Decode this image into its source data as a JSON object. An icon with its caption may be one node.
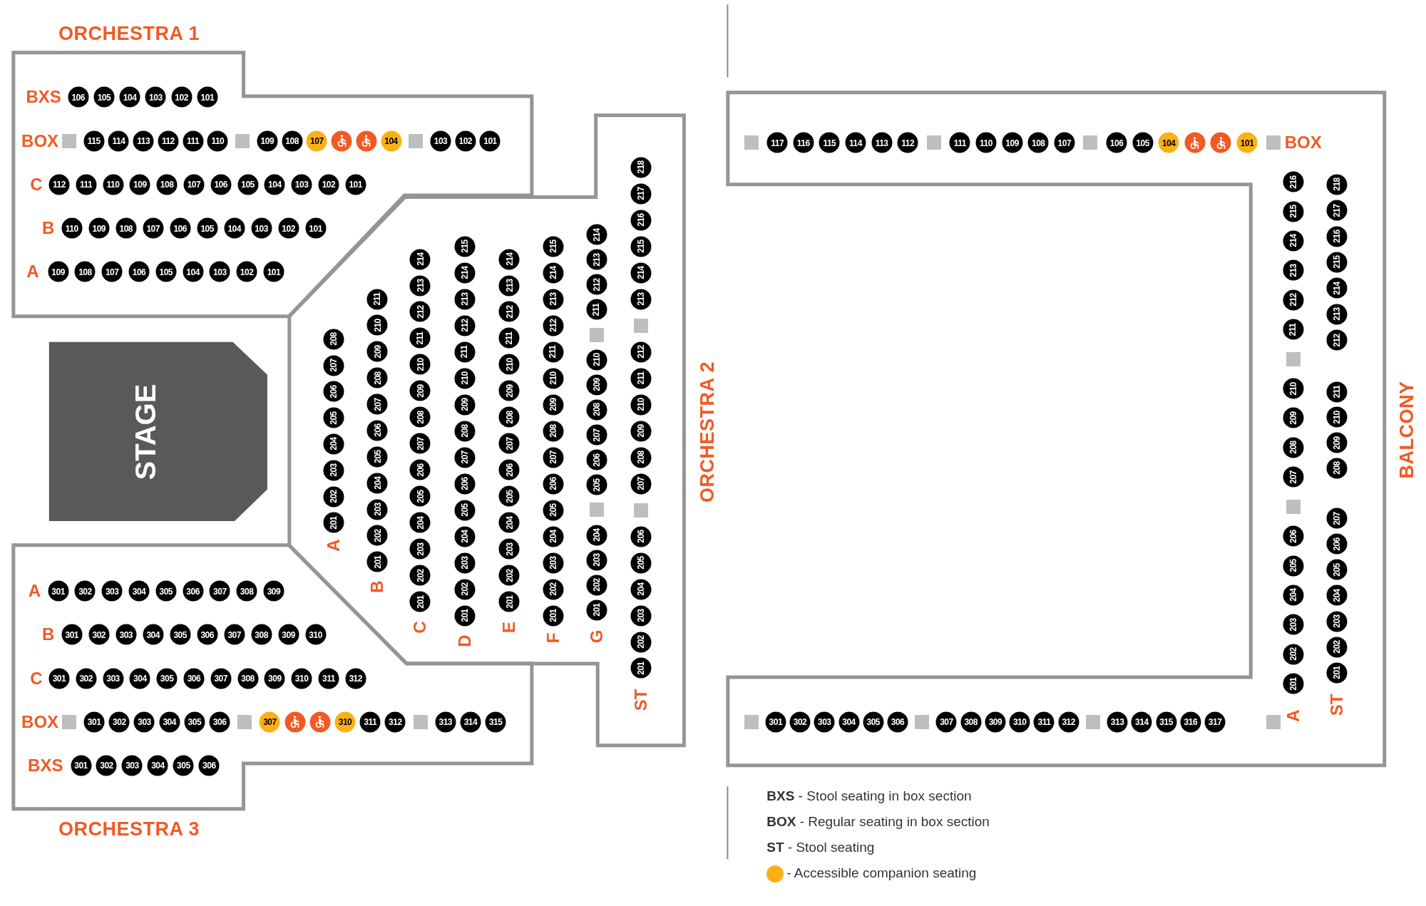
{
  "diagram": {
    "nodes": [
      {
        "text": [
          "ORCHESTRA 1",
          "BXS",
          "BOX",
          "C",
          "B",
          "A"
        ]
      },
      {
        "text": [
          "106"
        ],
        "in": 0
      },
      {
        "text": [
          "105"
        ],
        "in": 0
      },
      {
        "text": [
          "104"
        ],
        "in": 0
      },
      {
        "text": [
          "103"
        ],
        "in": 0
      },
      {
        "text": [
          "102"
        ],
        "in": 0
      },
      {
        "text": [
          "101"
        ],
        "in": 0
      },
      {
        "text": [],
        "shape": "box",
        "in": 0
      },
      {
        "text": [
          "115"
        ],
        "in": 0
      },
      {
        "text": [
          "114"
        ],
        "in": 0
      },
      {
        "text": [
          "113"
        ],
        "in": 0
      },
      {
        "text": [
          "112"
        ],
        "in": 0
      },
      {
        "text": [
          "111"
        ],
        "in": 0
      },
      {
        "text": [
          "110"
        ],
        "in": 0
      },
      {
        "text": [],
        "shape": "box",
        "in": 0
      },
      {
        "text": [
          "109"
        ],
        "in": 0
      },
      {
        "text": [
          "108"
        ],
        "in": 0
      },
      {
        "text": [
          "107"
        ],
        "in": 0
      },
      {
        "text": [],
        "shape": "circle",
        "in": 0
      },
      {
        "text": [],
        "shape": "circle",
        "in": 0
      },
      {
        "text": [
          "104"
        ],
        "in": 0
      },
      {
        "text": [],
        "shape": "box",
        "in": 0
      },
      {
        "text": [
          "103"
        ],
        "in": 0
      },
      {
        "text": [
          "102"
        ],
        "in": 0
      },
      {
        "text": [
          "101"
        ],
        "in": 0
      },
      {
        "text": [
          "112"
        ],
        "in": 0
      },
      {
        "text": [
          "111"
        ],
        "in": 0
      },
      {
        "text": [
          "110"
        ],
        "in": 0
      },
      {
        "text": [
          "109"
        ],
        "in": 0
      },
      {
        "text": [
          "108"
        ],
        "in": 0
      },
      {
        "text": [
          "107"
        ],
        "in": 0
      },
      {
        "text": [
          "106"
        ],
        "in": 0
      },
      {
        "text": [
          "105"
        ],
        "in": 0
      },
      {
        "text": [
          "104"
        ],
        "in": 0
      },
      {
        "text": [
          "103"
        ],
        "in": 0
      },
      {
        "text": [
          "102"
        ],
        "in": 0
      },
      {
        "text": [
          "101"
        ],
        "in": 0
      },
      {
        "text": [
          "110"
        ],
        "in": 0
      },
      {
        "text": [
          "109"
        ],
        "in": 0
      },
      {
        "text": [
          "108"
        ],
        "in": 0
      },
      {
        "text": [
          "107"
        ],
        "in": 0
      },
      {
        "text": [
          "106"
        ],
        "in": 0
      },
      {
        "text": [
          "105"
        ],
        "in": 0
      },
      {
        "text": [
          "104"
        ],
        "in": 0
      },
      {
        "text": [
          "103"
        ],
        "in": 0
      },
      {
        "text": [
          "102"
        ],
        "in": 0
      },
      {
        "text": [
          "101"
        ],
        "in": 0
      },
      {
        "text": [
          "109"
        ],
        "in": 0
      },
      {
        "text": [
          "108"
        ],
        "in": 0
      },
      {
        "text": [
          "107"
        ],
        "in": 0
      },
      {
        "text": [
          "106"
        ],
        "in": 0
      },
      {
        "text": [
          "105"
        ],
        "in": 0
      },
      {
        "text": [
          "104"
        ],
        "in": 0
      },
      {
        "text": [
          "103"
        ],
        "in": 0
      },
      {
        "text": [
          "102"
        ],
        "in": 0
      },
      {
        "text": [
          "101"
        ],
        "in": 0
      },
      {
        "text": [
          "STAGE"
        ]
      },
      {
        "text": [
          "ORCHESTRA 3",
          "A",
          "B",
          "C",
          "BOX",
          "BXS"
        ]
      },
      {
        "text": [
          "301"
        ],
        "in": 57
      },
      {
        "text": [
          "302"
        ],
        "in": 57
      },
      {
        "text": [
          "303"
        ],
        "in": 57
      },
      {
        "text": [
          "304"
        ],
        "in": 57
      },
      {
        "text": [
          "305"
        ],
        "in": 57
      },
      {
        "text": [
          "306"
        ],
        "in": 57
      },
      {
        "text": [
          "307"
        ],
        "in": 57
      },
      {
        "text": [
          "308"
        ],
        "in": 57
      },
      {
        "text": [
          "309"
        ],
        "in": 57
      },
      {
        "text": [
          "301"
        ],
        "in": 57
      },
      {
        "text": [
          "302"
        ],
        "in": 57
      },
      {
        "text": [
          "303"
        ],
        "in": 57
      },
      {
        "text": [
          "304"
        ],
        "in": 57
      },
      {
        "text": [
          "305"
        ],
        "in": 57
      },
      {
        "text": [
          "306"
        ],
        "in": 57
      },
      {
        "text": [
          "307"
        ],
        "in": 57
      },
      {
        "text": [
          "308"
        ],
        "in": 57
      },
      {
        "text": [
          "309"
        ],
        "in": 57
      },
      {
        "text": [
          "310"
        ],
        "in": 57
      },
      {
        "text": [
          "301"
        ],
        "in": 57
      },
      {
        "text": [
          "302"
        ],
        "in": 57
      },
      {
        "text": [
          "303"
        ],
        "in": 57
      },
      {
        "text": [
          "304"
        ],
        "in": 57
      },
      {
        "text": [
          "305"
        ],
        "in": 57
      },
      {
        "text": [
          "306"
        ],
        "in": 57
      },
      {
        "text": [
          "307"
        ],
        "in": 57
      },
      {
        "text": [
          "308"
        ],
        "in": 57
      },
      {
        "text": [
          "309"
        ],
        "in": 57
      },
      {
        "text": [
          "310"
        ],
        "in": 57
      },
      {
        "text": [
          "311"
        ],
        "in": 57
      },
      {
        "text": [
          "312"
        ],
        "in": 57
      },
      {
        "text": [],
        "shape": "box",
        "in": 57
      },
      {
        "text": [
          "301"
        ],
        "in": 57
      },
      {
        "text": [
          "302"
        ],
        "in": 57
      },
      {
        "text": [
          "303"
        ],
        "in": 57
      },
      {
        "text": [
          "304"
        ],
        "in": 57
      },
      {
        "text": [
          "305"
        ],
        "in": 57
      },
      {
        "text": [
          "306"
        ],
        "in": 57
      },
      {
        "text": [],
        "shape": "box",
        "in": 57
      },
      {
        "text": [
          "307"
        ],
        "in": 57
      },
      {
        "text": [],
        "shape": "circle",
        "in": 57
      },
      {
        "text": [],
        "shape": "circle",
        "in": 57
      },
      {
        "text": [
          "310"
        ],
        "in": 57
      },
      {
        "text": [
          "311"
        ],
        "in": 57
      },
      {
        "text": [
          "312"
        ],
        "in": 57
      },
      {
        "text": [],
        "shape": "box",
        "in": 57
      },
      {
        "text": [
          "313"
        ],
        "in": 57
      },
      {
        "text": [
          "314"
        ],
        "in": 57
      },
      {
        "text": [
          "315"
        ],
        "in": 57
      },
      {
        "text": [
          "301"
        ],
        "in": 57
      },
      {
        "text": [
          "302"
        ],
        "in": 57
      },
      {
        "text": [
          "303"
        ],
        "in": 57
      },
      {
        "text": [
          "304"
        ],
        "in": 57
      },
      {
        "text": [
          "305"
        ],
        "in": 57
      },
      {
        "text": [
          "306"
        ],
        "in": 57
      },
      {
        "text": [
          "ORCHESTRA 2",
          "A",
          "B",
          "C",
          "D",
          "E",
          "F",
          "G",
          "ST"
        ]
      },
      {
        "text": [
          "201"
        ],
        "in": 113
      },
      {
        "text": [
          "202"
        ],
        "in": 113
      },
      {
        "text": [
          "203"
        ],
        "in": 113
      },
      {
        "text": [
          "204"
        ],
        "in": 113
      },
      {
        "text": [
          "205"
        ],
        "in": 113
      },
      {
        "text": [
          "206"
        ],
        "in": 113
      },
      {
        "text": [
          "207"
        ],
        "in": 113
      },
      {
        "text": [
          "208"
        ],
        "in": 113
      },
      {
        "text": [
          "201"
        ],
        "in": 113
      },
      {
        "text": [
          "202"
        ],
        "in": 113
      },
      {
        "text": [
          "203"
        ],
        "in": 113
      },
      {
        "text": [
          "204"
        ],
        "in": 113
      },
      {
        "text": [
          "205"
        ],
        "in": 113
      },
      {
        "text": [
          "206"
        ],
        "in": 113
      },
      {
        "text": [
          "207"
        ],
        "in": 113
      },
      {
        "text": [
          "208"
        ],
        "in": 113
      },
      {
        "text": [
          "209"
        ],
        "in": 113
      },
      {
        "text": [
          "210"
        ],
        "in": 113
      },
      {
        "text": [
          "211"
        ],
        "in": 113
      },
      {
        "text": [
          "201"
        ],
        "in": 113
      },
      {
        "text": [
          "202"
        ],
        "in": 113
      },
      {
        "text": [
          "203"
        ],
        "in": 113
      },
      {
        "text": [
          "204"
        ],
        "in": 113
      },
      {
        "text": [
          "205"
        ],
        "in": 113
      },
      {
        "text": [
          "206"
        ],
        "in": 113
      },
      {
        "text": [
          "207"
        ],
        "in": 113
      },
      {
        "text": [
          "208"
        ],
        "in": 113
      },
      {
        "text": [
          "209"
        ],
        "in": 113
      },
      {
        "text": [
          "210"
        ],
        "in": 113
      },
      {
        "text": [
          "211"
        ],
        "in": 113
      },
      {
        "text": [
          "212"
        ],
        "in": 113
      },
      {
        "text": [
          "213"
        ],
        "in": 113
      },
      {
        "text": [
          "214"
        ],
        "in": 113
      },
      {
        "text": [
          "201"
        ],
        "in": 113
      },
      {
        "text": [
          "202"
        ],
        "in": 113
      },
      {
        "text": [
          "203"
        ],
        "in": 113
      },
      {
        "text": [
          "204"
        ],
        "in": 113
      },
      {
        "text": [
          "205"
        ],
        "in": 113
      },
      {
        "text": [
          "206"
        ],
        "in": 113
      },
      {
        "text": [
          "207"
        ],
        "in": 113
      },
      {
        "text": [
          "208"
        ],
        "in": 113
      },
      {
        "text": [
          "209"
        ],
        "in": 113
      },
      {
        "text": [
          "210"
        ],
        "in": 113
      },
      {
        "text": [
          "211"
        ],
        "in": 113
      },
      {
        "text": [
          "212"
        ],
        "in": 113
      },
      {
        "text": [
          "213"
        ],
        "in": 113
      },
      {
        "text": [
          "214"
        ],
        "in": 113
      },
      {
        "text": [
          "215"
        ],
        "in": 113
      },
      {
        "text": [
          "201"
        ],
        "in": 113
      },
      {
        "text": [
          "202"
        ],
        "in": 113
      },
      {
        "text": [
          "203"
        ],
        "in": 113
      },
      {
        "text": [
          "204"
        ],
        "in": 113
      },
      {
        "text": [
          "205"
        ],
        "in": 113
      },
      {
        "text": [
          "206"
        ],
        "in": 113
      },
      {
        "text": [
          "207"
        ],
        "in": 113
      },
      {
        "text": [
          "208"
        ],
        "in": 113
      },
      {
        "text": [
          "209"
        ],
        "in": 113
      },
      {
        "text": [
          "210"
        ],
        "in": 113
      },
      {
        "text": [
          "211"
        ],
        "in": 113
      },
      {
        "text": [
          "212"
        ],
        "in": 113
      },
      {
        "text": [
          "213"
        ],
        "in": 113
      },
      {
        "text": [
          "214"
        ],
        "in": 113
      },
      {
        "text": [
          "201"
        ],
        "in": 113
      },
      {
        "text": [
          "202"
        ],
        "in": 113
      },
      {
        "text": [
          "203"
        ],
        "in": 113
      },
      {
        "text": [
          "204"
        ],
        "in": 113
      },
      {
        "text": [
          "205"
        ],
        "in": 113
      },
      {
        "text": [
          "206"
        ],
        "in": 113
      },
      {
        "text": [
          "207"
        ],
        "in": 113
      },
      {
        "text": [
          "208"
        ],
        "in": 113
      },
      {
        "text": [
          "209"
        ],
        "in": 113
      },
      {
        "text": [
          "210"
        ],
        "in": 113
      },
      {
        "text": [
          "211"
        ],
        "in": 113
      },
      {
        "text": [
          "212"
        ],
        "in": 113
      },
      {
        "text": [
          "213"
        ],
        "in": 113
      },
      {
        "text": [
          "214"
        ],
        "in": 113
      },
      {
        "text": [
          "215"
        ],
        "in": 113
      },
      {
        "text": [
          "201"
        ],
        "in": 113
      },
      {
        "text": [
          "202"
        ],
        "in": 113
      },
      {
        "text": [
          "203"
        ],
        "in": 113
      },
      {
        "text": [
          "204"
        ],
        "in": 113
      },
      {
        "text": [],
        "shape": "box",
        "in": 113
      },
      {
        "text": [
          "205"
        ],
        "in": 113
      },
      {
        "text": [
          "206"
        ],
        "in": 113
      },
      {
        "text": [
          "207"
        ],
        "in": 113
      },
      {
        "text": [
          "208"
        ],
        "in": 113
      },
      {
        "text": [
          "209"
        ],
        "in": 113
      },
      {
        "text": [
          "210"
        ],
        "in": 113
      },
      {
        "text": [],
        "shape": "box",
        "in": 113
      },
      {
        "text": [
          "211"
        ],
        "in": 113
      },
      {
        "text": [
          "212"
        ],
        "in": 113
      },
      {
        "text": [
          "213"
        ],
        "in": 113
      },
      {
        "text": [
          "214"
        ],
        "in": 113
      },
      {
        "text": [
          "201"
        ],
        "in": 113
      },
      {
        "text": [
          "202"
        ],
        "in": 113
      },
      {
        "text": [
          "203"
        ],
        "in": 113
      },
      {
        "text": [
          "204"
        ],
        "in": 113
      },
      {
        "text": [
          "205"
        ],
        "in": 113
      },
      {
        "text": [
          "206"
        ],
        "in": 113
      },
      {
        "text": [],
        "shape": "box",
        "in": 113
      },
      {
        "text": [
          "207"
        ],
        "in": 113
      },
      {
        "text": [
          "208"
        ],
        "in": 113
      },
      {
        "text": [
          "209"
        ],
        "in": 113
      },
      {
        "text": [
          "210"
        ],
        "in": 113
      },
      {
        "text": [
          "211"
        ],
        "in": 113
      },
      {
        "text": [
          "212"
        ],
        "in": 113
      },
      {
        "text": [],
        "shape": "box",
        "in": 113
      },
      {
        "text": [
          "213"
        ],
        "in": 113
      },
      {
        "text": [
          "214"
        ],
        "in": 113
      },
      {
        "text": [
          "215"
        ],
        "in": 113
      },
      {
        "text": [
          "216"
        ],
        "in": 113
      },
      {
        "text": [
          "217"
        ],
        "in": 113
      },
      {
        "text": [
          "218"
        ],
        "in": 113
      },
      {
        "text": [
          "BALCONY",
          "BOX",
          "A",
          "ST"
        ]
      },
      {
        "text": [],
        "shape": "box",
        "in": 227
      },
      {
        "text": [
          "117"
        ],
        "in": 227
      },
      {
        "text": [
          "116"
        ],
        "in": 227
      },
      {
        "text": [
          "115"
        ],
        "in": 227
      },
      {
        "text": [
          "114"
        ],
        "in": 227
      },
      {
        "text": [
          "113"
        ],
        "in": 227
      },
      {
        "text": [
          "112"
        ],
        "in": 227
      },
      {
        "text": [],
        "shape": "box",
        "in": 227
      },
      {
        "text": [
          "111"
        ],
        "in": 227
      },
      {
        "text": [
          "110"
        ],
        "in": 227
      },
      {
        "text": [
          "109"
        ],
        "in": 227
      },
      {
        "text": [
          "108"
        ],
        "in": 227
      },
      {
        "text": [
          "107"
        ],
        "in": 227
      },
      {
        "text": [],
        "shape": "box",
        "in": 227
      },
      {
        "text": [
          "106"
        ],
        "in": 227
      },
      {
        "text": [
          "105"
        ],
        "in": 227
      },
      {
        "text": [
          "104"
        ],
        "in": 227
      },
      {
        "text": [],
        "shape": "circle",
        "in": 227
      },
      {
        "text": [],
        "shape": "circle",
        "in": 227
      },
      {
        "text": [
          "101"
        ],
        "in": 227
      },
      {
        "text": [],
        "shape": "box",
        "in": 227
      },
      {
        "text": [
          "201"
        ],
        "in": 227
      },
      {
        "text": [
          "202"
        ],
        "in": 227
      },
      {
        "text": [
          "203"
        ],
        "in": 227
      },
      {
        "text": [
          "204"
        ],
        "in": 227
      },
      {
        "text": [
          "205"
        ],
        "in": 227
      },
      {
        "text": [
          "206"
        ],
        "in": 227
      },
      {
        "text": [],
        "shape": "box",
        "in": 227
      },
      {
        "text": [
          "207"
        ],
        "in": 227
      },
      {
        "text": [
          "208"
        ],
        "in": 227
      },
      {
        "text": [
          "209"
        ],
        "in": 227
      },
      {
        "text": [
          "210"
        ],
        "in": 227
      },
      {
        "text": [],
        "shape": "box",
        "in": 227
      },
      {
        "text": [
          "211"
        ],
        "in": 227
      },
      {
        "text": [
          "212"
        ],
        "in": 227
      },
      {
        "text": [
          "213"
        ],
        "in": 227
      },
      {
        "text": [
          "214"
        ],
        "in": 227
      },
      {
        "text": [
          "215"
        ],
        "in": 227
      },
      {
        "text": [
          "216"
        ],
        "in": 227
      },
      {
        "text": [
          "201"
        ],
        "in": 227
      },
      {
        "text": [
          "202"
        ],
        "in": 227
      },
      {
        "text": [
          "203"
        ],
        "in": 227
      },
      {
        "text": [
          "204"
        ],
        "in": 227
      },
      {
        "text": [
          "205"
        ],
        "in": 227
      },
      {
        "text": [
          "206"
        ],
        "in": 227
      },
      {
        "text": [
          "207"
        ],
        "in": 227
      },
      {
        "text": [
          "208"
        ],
        "in": 227
      },
      {
        "text": [
          "209"
        ],
        "in": 227
      },
      {
        "text": [
          "210"
        ],
        "in": 227
      },
      {
        "text": [
          "211"
        ],
        "in": 227
      },
      {
        "text": [
          "212"
        ],
        "in": 227
      },
      {
        "text": [
          "213"
        ],
        "in": 227
      },
      {
        "text": [
          "214"
        ],
        "in": 227
      },
      {
        "text": [
          "215"
        ],
        "in": 227
      },
      {
        "text": [
          "216"
        ],
        "in": 227
      },
      {
        "text": [
          "217"
        ],
        "in": 227
      },
      {
        "text": [
          "218"
        ],
        "in": 227
      },
      {
        "text": [],
        "shape": "box",
        "in": 227
      },
      {
        "text": [
          "301"
        ],
        "in": 227
      },
      {
        "text": [
          "302"
        ],
        "in": 227
      },
      {
        "text": [
          "303"
        ],
        "in": 227
      },
      {
        "text": [
          "304"
        ],
        "in": 227
      },
      {
        "text": [
          "305"
        ],
        "in": 227
      },
      {
        "text": [
          "306"
        ],
        "in": 227
      },
      {
        "text": [],
        "shape": "box",
        "in": 227
      },
      {
        "text": [
          "307"
        ],
        "in": 227
      },
      {
        "text": [
          "308"
        ],
        "in": 227
      },
      {
        "text": [
          "309"
        ],
        "in": 227
      },
      {
        "text": [
          "310"
        ],
        "in": 227
      },
      {
        "text": [
          "311"
        ],
        "in": 227
      },
      {
        "text": [
          "312"
        ],
        "in": 227
      },
      {
        "text": [],
        "shape": "box",
        "in": 227
      },
      {
        "text": [
          "313"
        ],
        "in": 227
      },
      {
        "text": [
          "314"
        ],
        "in": 227
      },
      {
        "text": [
          "315"
        ],
        "in": 227
      },
      {
        "text": [
          "316"
        ],
        "in": 227
      },
      {
        "text": [
          "317"
        ],
        "in": 227
      },
      {
        "text": [],
        "shape": "box",
        "in": 227
      }
    ],
    "legend": [
      {
        "text": "**BXS** - Stool seating in box section"
      },
      {
        "text": "**BOX** - Regular seating in box section"
      },
      {
        "text": "**ST** - Stool seating"
      },
      {
        "text": "- Accessible companion seating",
        "color": "#fbb116"
      }
    ]
  }
}
